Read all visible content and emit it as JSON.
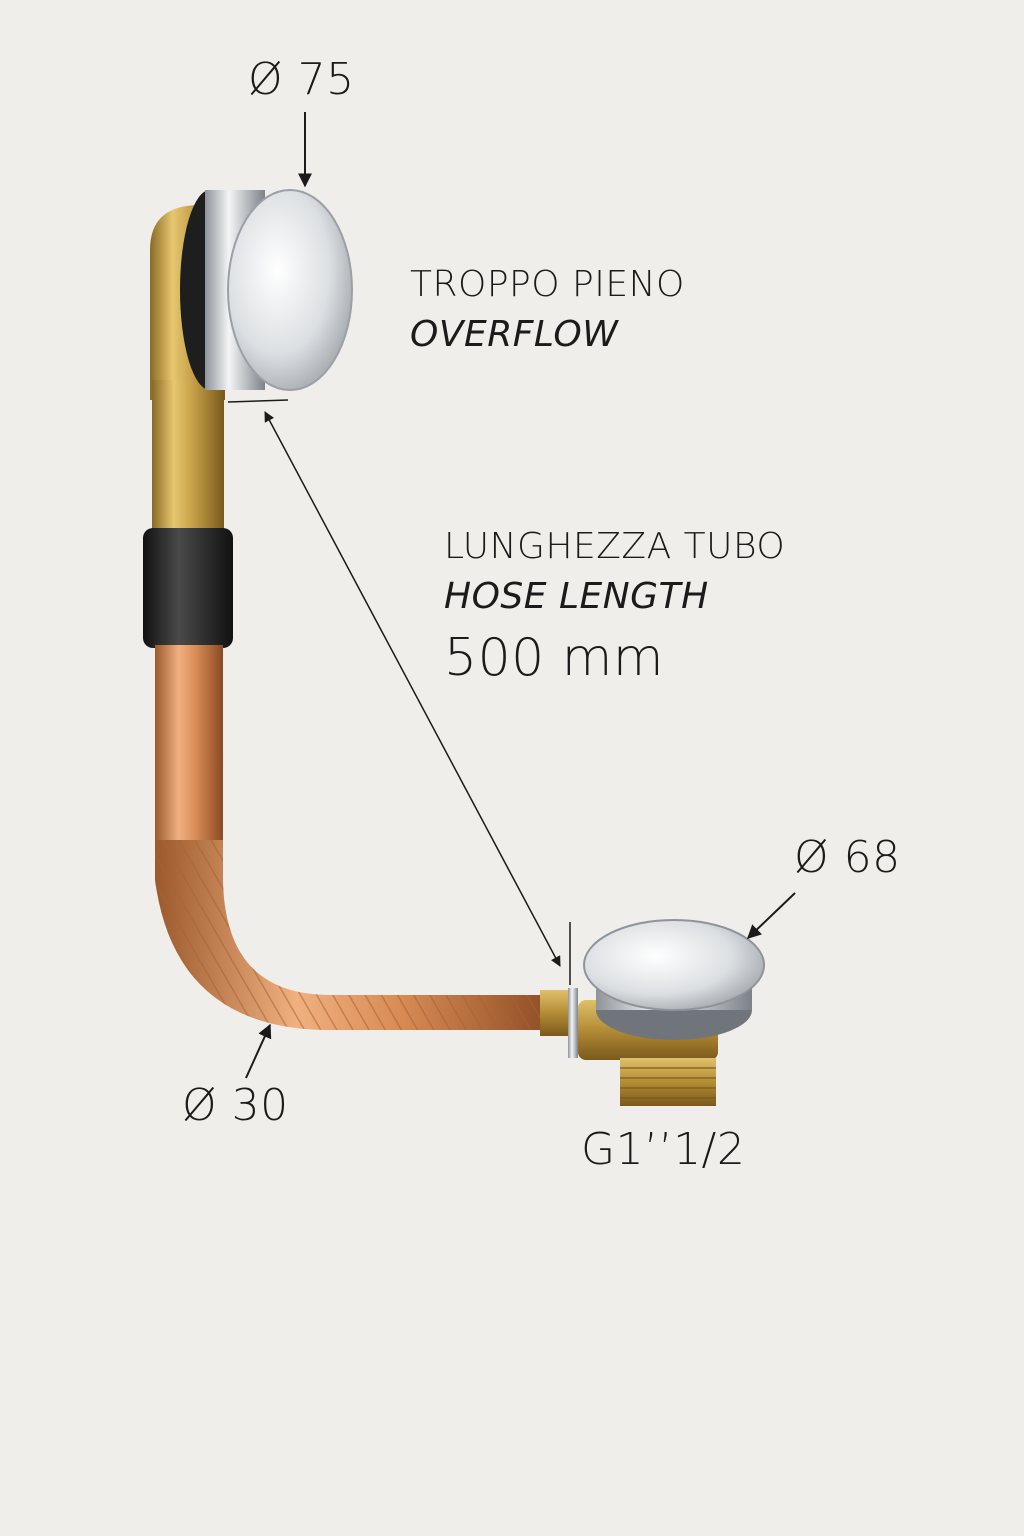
{
  "labels": {
    "overflow_diameter": "Ø 75",
    "overflow_it": "TROPPO PIENO",
    "overflow_en": "OVERFLOW",
    "hose_it": "LUNGHEZZA TUBO",
    "hose_en": "HOSE LENGTH",
    "hose_value": "500 mm",
    "waste_diameter": "Ø 68",
    "hose_diameter": "Ø 30",
    "thread": "G1’’1/2"
  },
  "colors": {
    "background": "#efeeeb",
    "brass": "#c9a24a",
    "copper": "#d98c56",
    "chrome": "#e6e8ea",
    "rubber": "#2a2a2a",
    "text": "#1b1b1b"
  }
}
